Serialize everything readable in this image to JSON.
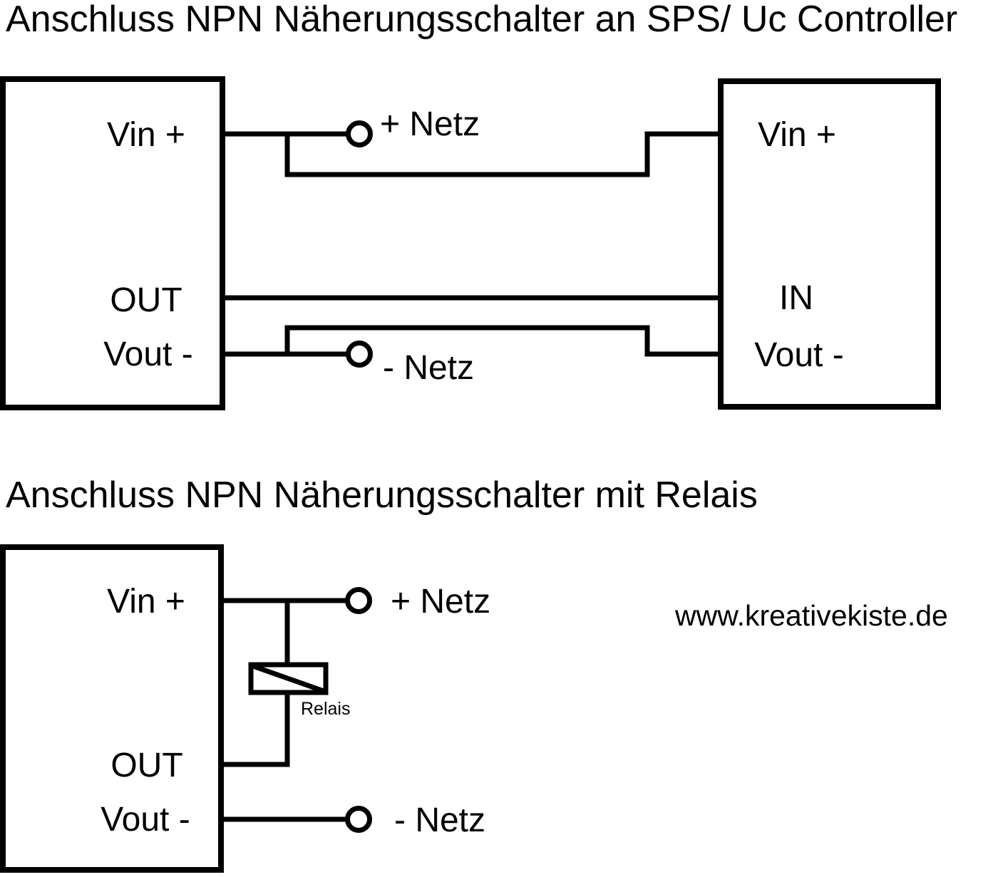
{
  "colors": {
    "background": "#ffffff",
    "line": "#000000",
    "text": "#000000"
  },
  "diagram1": {
    "title": "Anschluss NPN Näherungsschalter an SPS/ Uc Controller",
    "sensor": {
      "pin_vin": "Vin +",
      "pin_out": "OUT",
      "pin_vout": "Vout -"
    },
    "controller": {
      "pin_vin": "Vin +",
      "pin_in": "IN",
      "pin_vout": "Vout -"
    },
    "supply_plus": "+ Netz",
    "supply_minus": "- Netz"
  },
  "diagram2": {
    "title": "Anschluss NPN Näherungsschalter mit Relais",
    "sensor": {
      "pin_vin": "Vin +",
      "pin_out": "OUT",
      "pin_vout": "Vout -"
    },
    "supply_plus": "+ Netz",
    "supply_minus": "- Netz",
    "relay": "Relais",
    "website": "www.kreativekiste.de"
  }
}
